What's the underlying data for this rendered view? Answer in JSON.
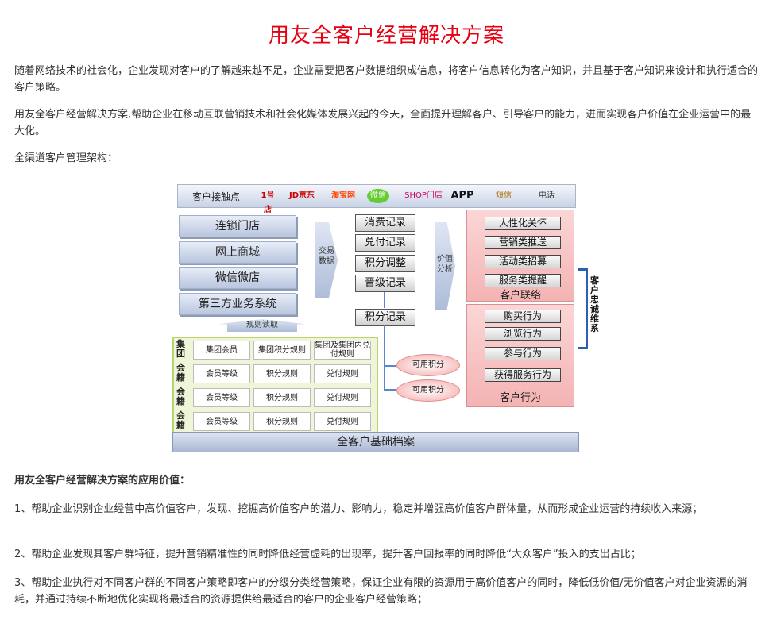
{
  "title": "用友全客户经营解决方案",
  "intro_1": "随着网络技术的社会化，企业发现对客户的了解越来越不足，企业需要把客户数据组织成信息，将客户信息转化为客户知识，并且基于客户知识来设计和执行适合的客户策略。",
  "intro_2": "用友全客户经营解决方案,帮助企业在移动互联营销技术和社会化媒体发展兴起的今天，全面提升理解客户、引导客户的能力，进而实现客户价值在企业运营中的最大化。",
  "intro_3": "全渠道客户管理架构：",
  "diagram": {
    "touchpoint_label": "客户接触点",
    "touchpoints": [
      "1号店",
      "JD京东",
      "淘宝网",
      "微信",
      "SHOP门店",
      "APP",
      "短信",
      "电话"
    ],
    "channels": [
      "连锁门店",
      "网上商城",
      "微信微店",
      "第三方业务系统"
    ],
    "rule_read": "规则读取",
    "trade_data": "交易数据",
    "records": [
      "消费记录",
      "兑付记录",
      "积分调整",
      "晋级记录"
    ],
    "points_record": "积分记录",
    "value_analysis": "价值分析",
    "contact_items": [
      "人性化关怀",
      "营销类推送",
      "活动类招募",
      "服务类提醒"
    ],
    "contact_title": "客户联络",
    "behavior_items": [
      "购买行为",
      "浏览行为",
      "参与行为",
      "获得服务行为"
    ],
    "behavior_title": "客户行为",
    "loyalty": "客户忠诚维系",
    "usable_points": [
      "可用积分",
      "可用积分"
    ],
    "group_label": "集团",
    "group_cells": [
      "集团会员",
      "集团积分规则",
      "集团及集团内兑付规则"
    ],
    "member_label": "会籍",
    "member_cells": [
      "会员等级",
      "积分规则",
      "兑付规则"
    ],
    "base": "全客户基础档案"
  },
  "value_heading": "用友全客户经营解决方案的应用价值：",
  "value_1": "1、帮助企业识别企业经营中高价值客户，发现、挖掘高价值客户的潜力、影响力，稳定并增强高价值客户群体量，从而形成企业运营的持续收入来源；",
  "value_2": "2、帮助企业发现其客户群特征，提升营销精准性的同时降低经营虚耗的出现率，提升客户回报率的同时降低“大众客户”投入的支出占比；",
  "value_3": "3、帮助企业执行对不同客户群的不同客户策略即客户的分级分类经营策略，保证企业有限的资源用于高价值客户的同时，降低低价值/无价值客户对企业资源的消耗，并通过持续不断地优化实现将最适合的资源提供给最适合的客户的企业客户经营策略；"
}
